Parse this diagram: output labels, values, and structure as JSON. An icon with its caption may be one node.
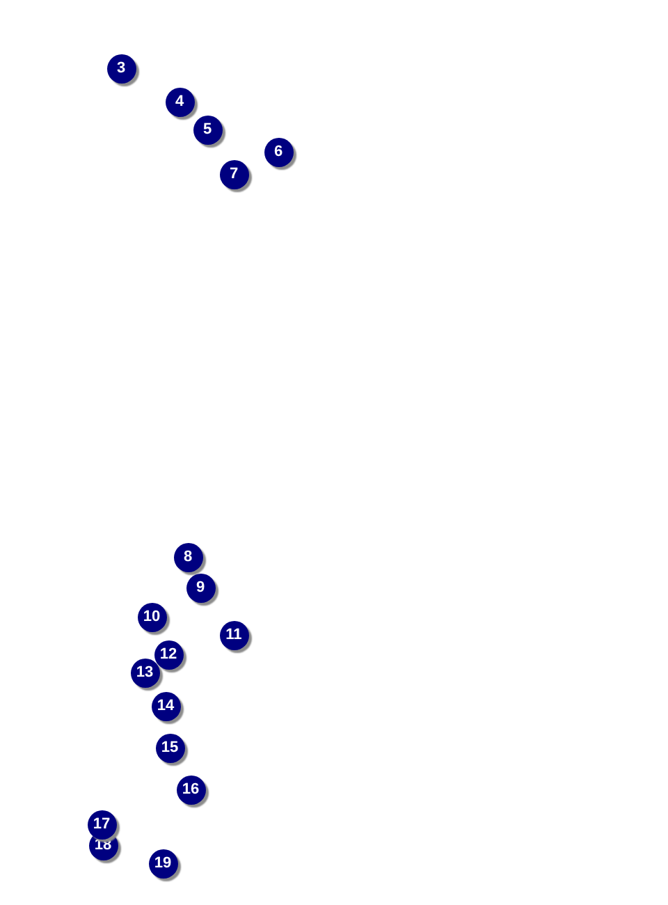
{
  "diagram": {
    "nodes": [
      {
        "text": [
          "3"
        ]
      },
      {
        "text": [
          "4"
        ]
      },
      {
        "text": [
          "5"
        ]
      },
      {
        "text": [
          "6"
        ]
      },
      {
        "text": [
          "7"
        ]
      },
      {
        "text": [
          "8"
        ]
      },
      {
        "text": [
          "9"
        ]
      },
      {
        "text": [
          "10"
        ]
      },
      {
        "text": [
          "11"
        ]
      },
      {
        "text": [
          "12"
        ]
      },
      {
        "text": [
          "13"
        ]
      },
      {
        "text": [
          "14"
        ]
      },
      {
        "text": [
          "15"
        ]
      },
      {
        "text": [
          "16"
        ]
      },
      {
        "text": [
          "17"
        ]
      },
      {
        "text": [
          "18"
        ]
      },
      {
        "text": [
          "19"
        ]
      }
    ]
  }
}
